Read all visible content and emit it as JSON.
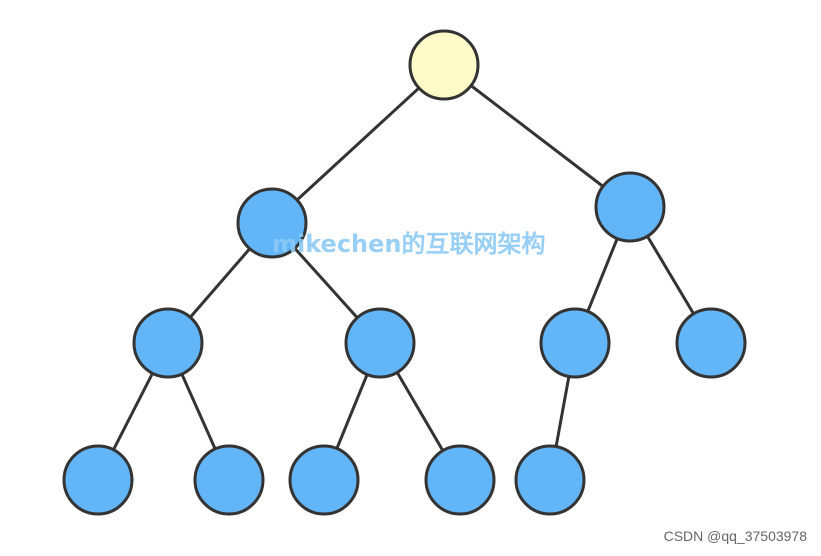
{
  "colors": {
    "root_fill": "#fffbc8",
    "node_fill": "#62b5f7",
    "stroke": "#333333",
    "watermark": "#8ccaf6"
  },
  "tree": {
    "root": "n0",
    "nodes": [
      {
        "id": "n0",
        "role": "root",
        "parent": null
      },
      {
        "id": "n1",
        "role": "node",
        "parent": "n0"
      },
      {
        "id": "n2",
        "role": "node",
        "parent": "n0"
      },
      {
        "id": "n3",
        "role": "node",
        "parent": "n1"
      },
      {
        "id": "n4",
        "role": "node",
        "parent": "n1"
      },
      {
        "id": "n5",
        "role": "node",
        "parent": "n2"
      },
      {
        "id": "n6",
        "role": "node",
        "parent": "n2"
      },
      {
        "id": "n7",
        "role": "node",
        "parent": "n3"
      },
      {
        "id": "n8",
        "role": "node",
        "parent": "n3"
      },
      {
        "id": "n9",
        "role": "node",
        "parent": "n4"
      },
      {
        "id": "n10",
        "role": "node",
        "parent": "n4"
      },
      {
        "id": "n11",
        "role": "node",
        "parent": "n5"
      }
    ]
  },
  "watermark_text": "mikechen的互联网架构",
  "credit_text": "CSDN @qq_37503978"
}
